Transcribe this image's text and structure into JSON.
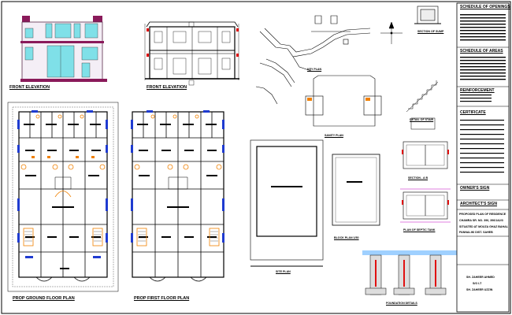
{
  "sheet": {
    "labels": {
      "front_elevation_1": "FRONT ELEVATION",
      "front_elevation_2": "FRONT ELEVATION",
      "ground_floor_plan": "PROP GROUND FLOOR PLAN",
      "first_floor_plan": "PROP FIRST FLOOR PLAN",
      "site_plan": "SITE PLAN",
      "block_plan": "BLOCK PLAN 1/50",
      "key_plan": "KEY PLAN",
      "sanitary_plan": "SANITY PLAN",
      "detail_of_stair": "DETAIL OF STAIR",
      "section_of_sump": "SECTION OF SUMP",
      "section_ab": "SECTION - A B",
      "plan_of_septic_tank": "PLAN OF SEPTIC TANK",
      "foundation_details": "FOUNDATION DETAILS",
      "schedule_of_openings": "SCHEDULE OF OPENINGS",
      "schedule_of_areas": "SCHEDULE OF AREAS",
      "reinforcement": "REINFORCEMENT",
      "certificate": "CERTIFICATE",
      "owners_sign": "OWNER'S SIGN",
      "architects_sign": "ARCHITECT'S SIGN",
      "project_line_1": "PROPOSED PLAN OF RESIDENCE",
      "project_line_2": "CHAMRA SR. NO. 396, 396/1&2/3",
      "project_line_3": "SITUATED AT MOUZA GHAZ BAHAL",
      "project_line_4": "PANNALIKI DIST. SAHEB",
      "name_1": "SH. ZAHEER AHMED",
      "name_2": "S/O LT",
      "name_3": "SH. ZAHEER UZZIN"
    }
  }
}
